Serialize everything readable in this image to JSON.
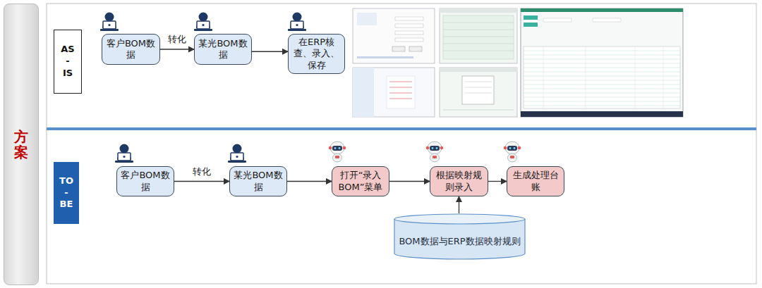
{
  "diagram": {
    "nodes": [
      {
        "text": [
          "方案"
        ]
      },
      {
        "text": [
          "AS - IS"
        ]
      },
      {
        "text": [
          "客户BOM数据"
        ]
      },
      {
        "text": [
          "某光BOM数据"
        ]
      },
      {
        "text": [
          "在ERP核查、录入、保存"
        ]
      },
      {
        "text": [
          "TO - BE"
        ]
      },
      {
        "text": [
          "客户BOM数据"
        ]
      },
      {
        "text": [
          "某光BOM数据"
        ]
      },
      {
        "text": [
          "打开“录入BOM”菜单"
        ]
      },
      {
        "text": [
          "根据映射规则录入"
        ]
      },
      {
        "text": [
          "生成处理台账"
        ]
      },
      {
        "text": [
          "BOM数据与ERP数据映射规则"
        ]
      }
    ],
    "edges": [
      {
        "from": 2,
        "to": 3,
        "label": "转化",
        "arrow": "to"
      },
      {
        "from": 3,
        "to": 4,
        "arrow": "to"
      },
      {
        "from": 6,
        "to": 7,
        "label": "转化",
        "arrow": "to"
      },
      {
        "from": 7,
        "to": 8,
        "arrow": "to"
      },
      {
        "from": 8,
        "to": 9,
        "arrow": "to"
      },
      {
        "from": 9,
        "to": 10,
        "arrow": "to"
      },
      {
        "from": 11,
        "to": 9,
        "arrow": "to"
      }
    ]
  }
}
